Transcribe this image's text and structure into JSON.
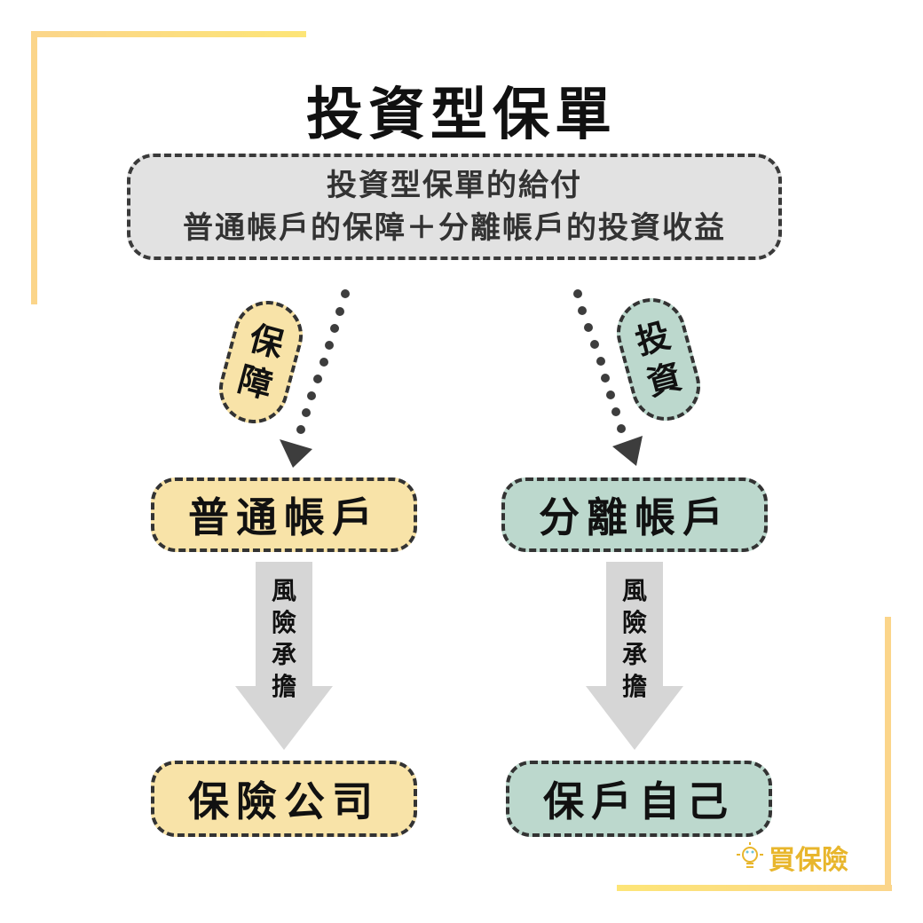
{
  "title": "投資型保單",
  "summary": {
    "line1": "投資型保單的給付",
    "line2": "普通帳戶的保障＋分離帳戶的投資收益"
  },
  "branches": {
    "left": {
      "tag": [
        "保",
        "障"
      ],
      "account": "普通帳戶",
      "risk_label": [
        "風",
        "險",
        "承",
        "擔"
      ],
      "bearer": "保險公司",
      "color": "#f8e3a8"
    },
    "right": {
      "tag": [
        "投",
        "資"
      ],
      "account": "分離帳戶",
      "risk_label": [
        "風",
        "險",
        "承",
        "擔"
      ],
      "bearer": "保戶自己",
      "color": "#bcd8cd"
    }
  },
  "logo": {
    "icon": "lightbulb-icon",
    "text": "買保險"
  },
  "colors": {
    "frame": "#fbd88a",
    "summary_bg": "#e2e2e2",
    "arrow_gray": "#d6d6d6",
    "dots": "#3d3d3d"
  }
}
